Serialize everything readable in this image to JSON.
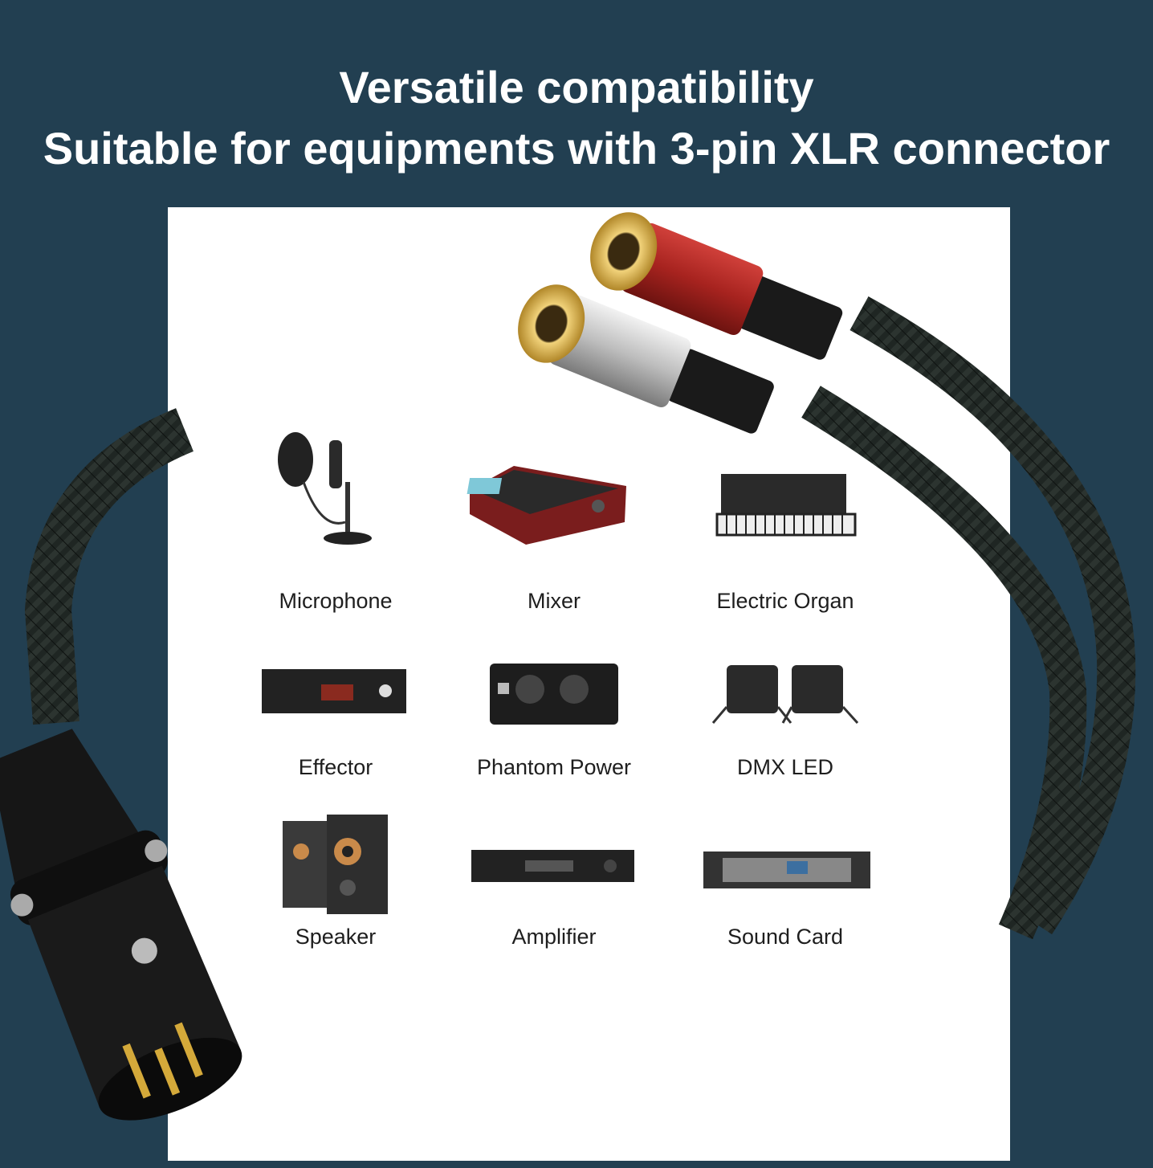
{
  "header": {
    "line1": "Versatile compatibility",
    "line2": "Suitable for equipments with 3-pin XLR connector"
  },
  "colors": {
    "background": "#223f51",
    "panel": "#ffffff",
    "rca_red": "#a7231f",
    "rca_white": "#c9c9c9",
    "gold": "#d4a93a",
    "cable": "#1e2522"
  },
  "devices": [
    {
      "label": "Microphone",
      "icon": "microphone-icon"
    },
    {
      "label": "Mixer",
      "icon": "mixer-icon"
    },
    {
      "label": "Electric Organ",
      "icon": "keyboard-icon"
    },
    {
      "label": "Effector",
      "icon": "rack-unit-icon"
    },
    {
      "label": "Phantom Power",
      "icon": "phantom-power-box-icon"
    },
    {
      "label": "DMX LED",
      "icon": "stage-light-icon"
    },
    {
      "label": "Speaker",
      "icon": "speaker-icon"
    },
    {
      "label": "Amplifier",
      "icon": "amplifier-icon"
    },
    {
      "label": "Sound Card",
      "icon": "sound-card-icon"
    }
  ]
}
